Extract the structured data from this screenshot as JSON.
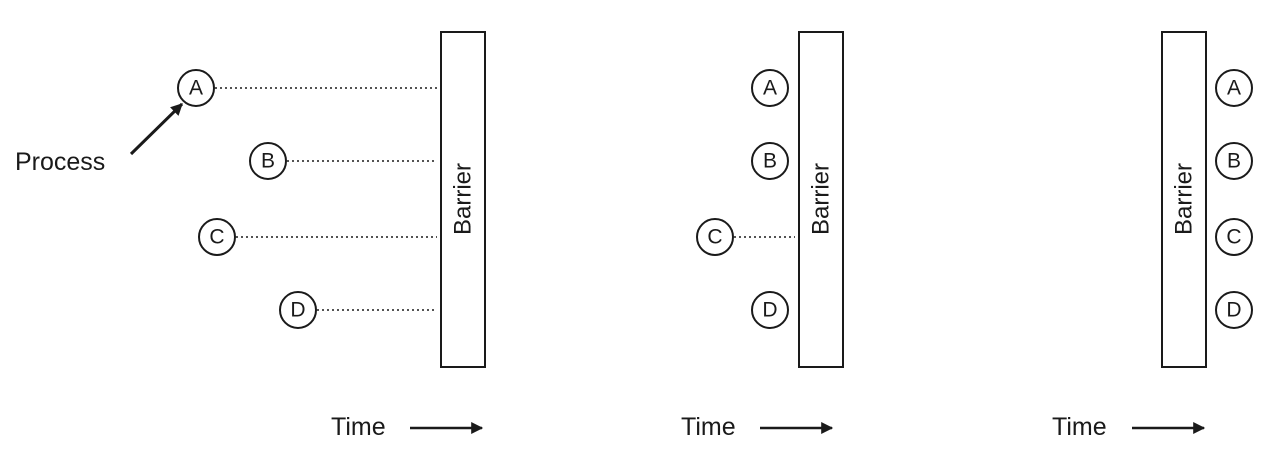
{
  "diagram": {
    "process_label": "Process",
    "barrier_label": "Barrier",
    "time_label": "Time",
    "panels": [
      {
        "processes": [
          {
            "label": "A",
            "reached_barrier": false
          },
          {
            "label": "B",
            "reached_barrier": false
          },
          {
            "label": "C",
            "reached_barrier": false
          },
          {
            "label": "D",
            "reached_barrier": false
          }
        ]
      },
      {
        "processes": [
          {
            "label": "A",
            "reached_barrier": true
          },
          {
            "label": "B",
            "reached_barrier": true
          },
          {
            "label": "C",
            "reached_barrier": false
          },
          {
            "label": "D",
            "reached_barrier": true
          }
        ]
      },
      {
        "processes": [
          {
            "label": "A",
            "passed_barrier": true
          },
          {
            "label": "B",
            "passed_barrier": true
          },
          {
            "label": "C",
            "passed_barrier": true
          },
          {
            "label": "D",
            "passed_barrier": true
          }
        ]
      }
    ],
    "colors": {
      "stroke": "#1a1a1a",
      "background": "#ffffff"
    }
  }
}
